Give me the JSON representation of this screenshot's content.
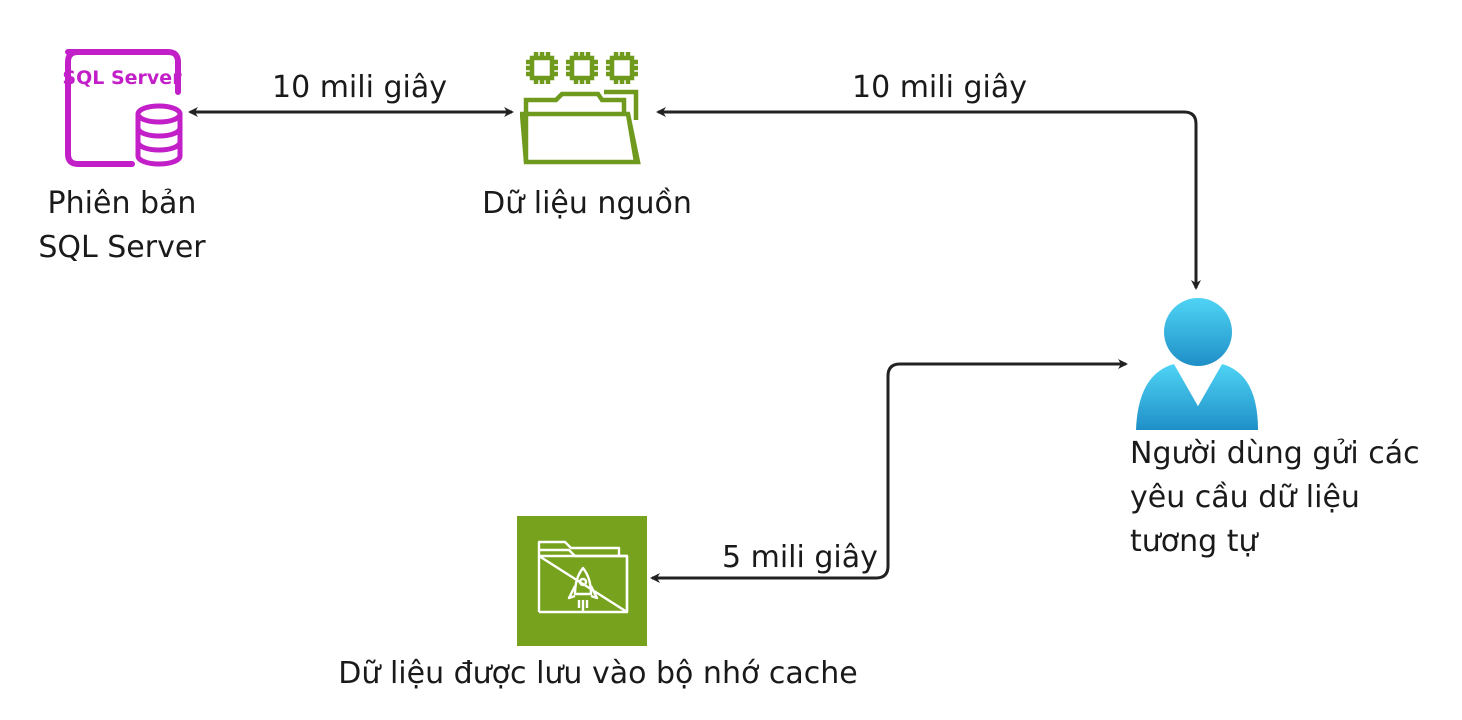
{
  "nodes": {
    "sql_server": {
      "icon": "sql-server-database-icon",
      "icon_text": "SQL Server",
      "label_line1": "Phiên bản",
      "label_line2": "SQL Server",
      "color": "#c21fc9"
    },
    "source_data": {
      "icon": "folder-chip-icon",
      "label": "Dữ liệu nguồn",
      "color": "#6f9a1e"
    },
    "user": {
      "icon": "user-icon",
      "label_line1": "Người dùng gửi các",
      "label_line2": "yêu cầu dữ liệu",
      "label_line3": "tương tự",
      "color": "#38b6e6"
    },
    "cache": {
      "icon": "rocket-folder-icon",
      "label": "Dữ liệu được lưu vào bộ nhớ cache",
      "color": "#76a21d"
    }
  },
  "edges": {
    "sql_to_source": {
      "label": "10 mili giây"
    },
    "source_to_user": {
      "label": "10 mili giây"
    },
    "user_to_cache": {
      "label": "5 mili giây"
    }
  }
}
